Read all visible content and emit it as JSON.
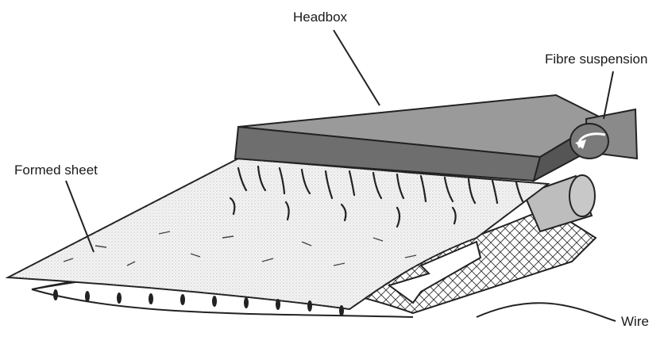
{
  "labels": {
    "headbox": "Headbox",
    "fibre_suspension": "Fibre suspension",
    "formed_sheet": "Formed sheet",
    "wire": "Wire"
  }
}
